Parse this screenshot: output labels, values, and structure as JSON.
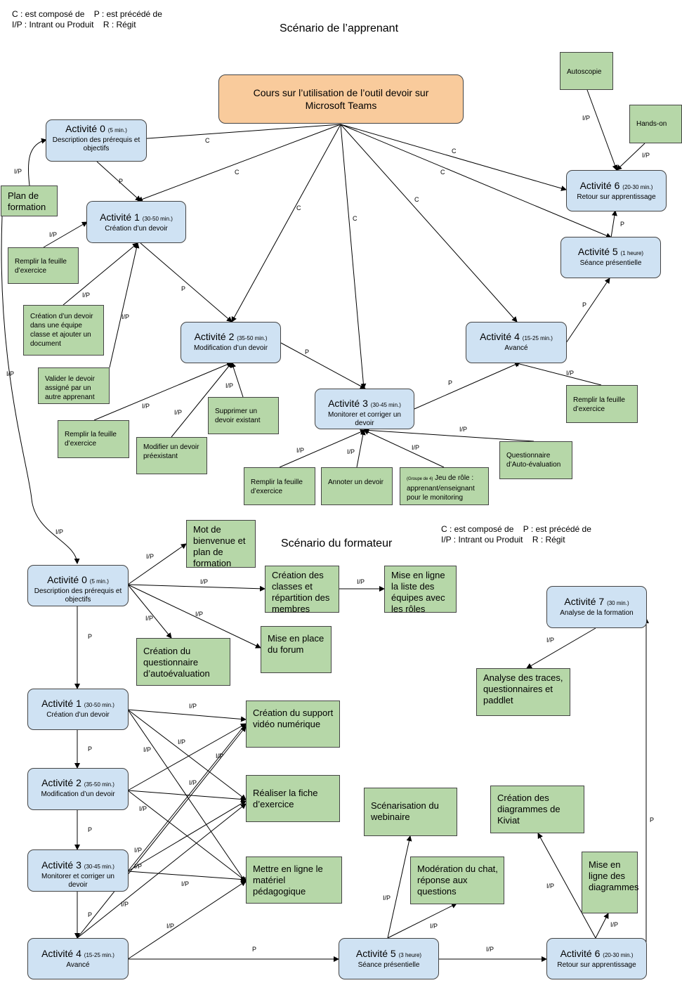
{
  "legend": {
    "line1": "C : est composé de    P : est précédé de",
    "line2": "I/P : Intrant ou Produit    R : Régit"
  },
  "scenario_apprenant": {
    "title": "Scénario de l’apprenant",
    "cours": "Cours sur l’utilisation de l’outil devoir sur Microsoft Teams",
    "activities": {
      "a0": {
        "name": "Activité 0",
        "dur": "(5 min.)",
        "desc": "Description des prérequis et objectifs"
      },
      "a1": {
        "name": "Activité 1",
        "dur": "(30-50 min.)",
        "desc": "Création d’un devoir"
      },
      "a2": {
        "name": "Activité 2",
        "dur": "(35-50 min.)",
        "desc": "Modification d’un devoir"
      },
      "a3": {
        "name": "Activité 3",
        "dur": "(30-45 min.)",
        "desc": "Monitorer et corriger un devoir"
      },
      "a4": {
        "name": "Activité 4",
        "dur": "(15-25 min.)",
        "desc": "Avancé"
      },
      "a5": {
        "name": "Activité 5",
        "dur": "(1 heure)",
        "desc": "Séance présentielle"
      },
      "a6": {
        "name": "Activité 6",
        "dur": "(20-30 min.)",
        "desc": "Retour sur apprentissage"
      }
    },
    "products": {
      "plan": "Plan de formation",
      "autoscopie": "Autoscopie",
      "handson": "Hands-on",
      "remplir1": "Remplir la feuille d’exercice",
      "creation_devoir": "Création d’un devoir dans une équipe classe et ajouter un document",
      "valider": "Valider le devoir assigné par un autre apprenant",
      "remplir2": "Remplir la feuille d’exercice",
      "modifier": "Modifier un devoir préexistant",
      "supprimer": "Supprimer un devoir existant",
      "remplir3": "Remplir la feuille d’exercice",
      "annoter": "Annoter un devoir",
      "jeu_prefix": "(Groupe de 4)",
      "jeu": " Jeu de rôle : apprenant/enseignant pour le monitoring",
      "questionnaire": "Questionnaire d’Auto-évaluation",
      "remplir4": "Remplir la feuille d’exercice"
    }
  },
  "scenario_formateur": {
    "title": "Scénario du formateur",
    "legend_line1": "C : est composé de    P : est précédé de",
    "legend_line2": "I/P : Intrant ou Produit    R : Régit",
    "activities": {
      "f0": {
        "name": "Activité 0",
        "dur": "(5 min.)",
        "desc": "Description des prérequis et objectifs"
      },
      "f1": {
        "name": "Activité 1",
        "dur": "(30-50 min.)",
        "desc": "Création d’un devoir"
      },
      "f2": {
        "name": "Activité 2",
        "dur": "(35-50 min.)",
        "desc": "Modification d’un devoir"
      },
      "f3": {
        "name": "Activité 3",
        "dur": "(30-45 min.)",
        "desc": "Monitorer et corriger un devoir"
      },
      "f4": {
        "name": "Activité 4",
        "dur": "(15-25 min.)",
        "desc": "Avancé"
      },
      "f5": {
        "name": "Activité 5",
        "dur": "(3 heure)",
        "desc": "Séance présentielle"
      },
      "f6": {
        "name": "Activité 6",
        "dur": "(20-30 min.)",
        "desc": "Retour sur apprentissage"
      },
      "f7": {
        "name": "Activité 7",
        "dur": "(30 min.)",
        "desc": "Analyse de la formation"
      }
    },
    "products": {
      "bienvenue": "Mot de bienvenue et plan de formation",
      "classes": "Création des classes et répartition des membres",
      "equipes": "Mise en ligne la liste des équipes avec les rôles",
      "questionnaire": "Création du questionnaire d’autoévaluation",
      "forum": "Mise en place du forum",
      "support": "Création du support vidéo numérique",
      "fiche": "Réaliser la fiche d’exercice",
      "materiel": "Mettre en ligne le matériel pédagogique",
      "analyse": "Analyse des traces, questionnaires et paddlet",
      "webinaire": "Scénarisation du webinaire",
      "moderation": "Modération du chat, réponse aux questions",
      "kiviat": "Création des diagrammes de Kiviat",
      "diagrammes": "Mise en ligne des diagrammes"
    }
  },
  "edge_labels": {
    "c": "C",
    "p": "P",
    "ip": "I/P"
  }
}
